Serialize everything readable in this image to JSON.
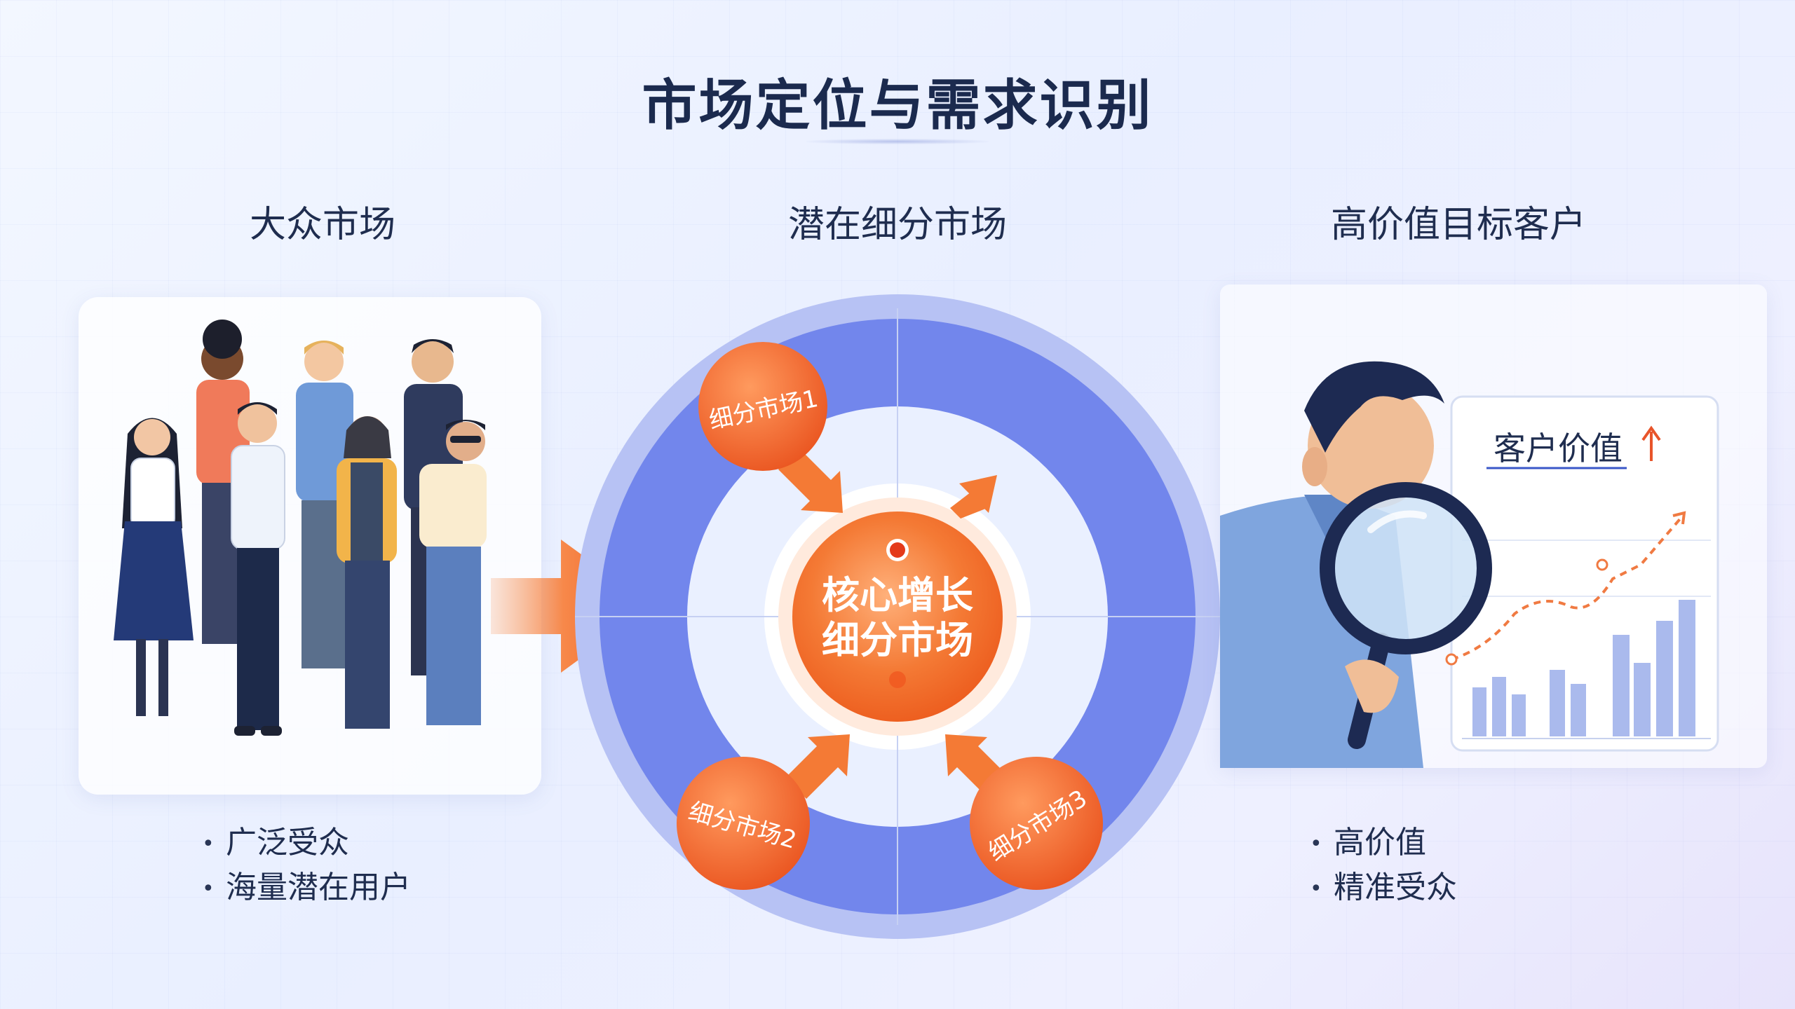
{
  "title": "市场定位与需求识别",
  "columns": {
    "left": {
      "heading": "大众市场",
      "bullets": [
        "广泛受众",
        "海量潜在用户"
      ]
    },
    "middle": {
      "heading": "潜在细分市场",
      "core_line1": "核心增长",
      "core_line2": "细分市场",
      "segments": [
        "细分市场1",
        "细分市场2",
        "细分市场3"
      ]
    },
    "right": {
      "heading": "高价值目标客户",
      "chart_label": "客户价值",
      "bullets": [
        "高价值",
        "精准受众"
      ]
    }
  },
  "colors": {
    "accent_orange": "#f26a2e",
    "ring_blue": "#7b8ff0",
    "ring_blue_dark": "#6a7fe8",
    "title_navy": "#1b2a4e"
  },
  "icons": [
    "group-of-people-illustration",
    "right-arrow-icon",
    "magnifier-icon",
    "up-arrow-icon",
    "trend-line-icon"
  ]
}
